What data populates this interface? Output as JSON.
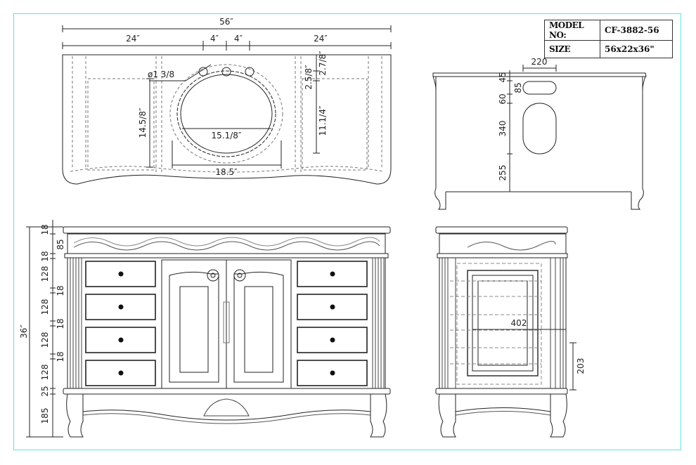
{
  "spec_table": {
    "model_label": "MODEL NO:",
    "model_value": "CF-3882-56",
    "size_label": "SIZE",
    "size_value": "56x22x36\""
  },
  "top_view": {
    "overall_width": "56″",
    "left_width": "24″",
    "center_left": "4″",
    "center_right": "4″",
    "right_width": "24″",
    "faucet_hole": "ø1 3/8",
    "depth_left": "14.5/8″",
    "basin_width": "15.1/8″",
    "cutout_width": "18.5″",
    "back_offset_a": "2.7/8″",
    "back_offset_b": "2.5/8″",
    "depth_right": "11.1/4″"
  },
  "back_view": {
    "slot_width": "220",
    "dims": [
      "45",
      "85",
      "60",
      "340",
      "255"
    ]
  },
  "front_view": {
    "overall_height": "36″",
    "dims": [
      "18",
      "85",
      "18",
      "128",
      "18",
      "128",
      "18",
      "128",
      "18",
      "128",
      "25",
      "185"
    ]
  },
  "side_view": {
    "inner_width": "402",
    "shelf_height": "203"
  },
  "colors": {
    "frame_border": "#5de3e3",
    "line": "#222222"
  }
}
